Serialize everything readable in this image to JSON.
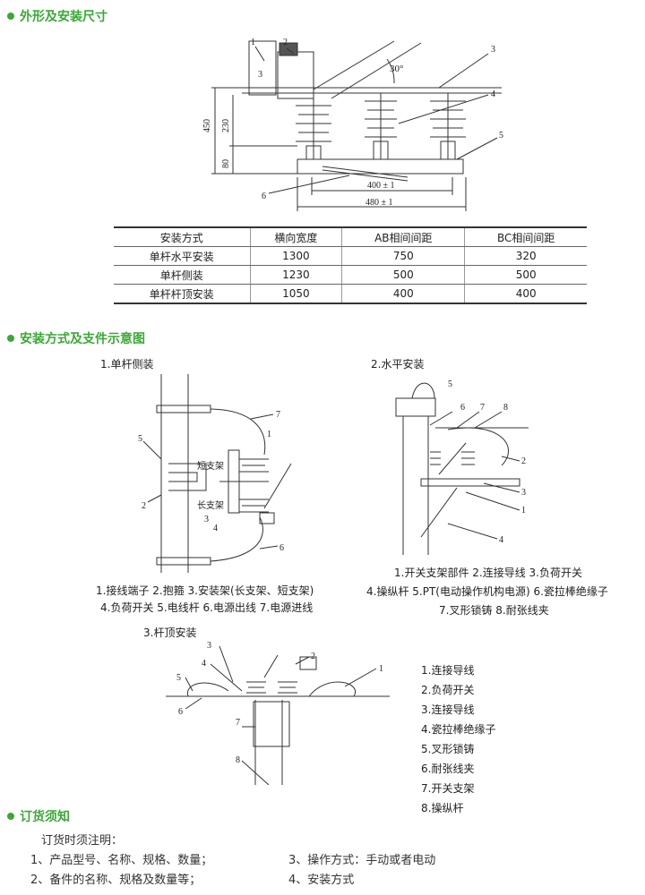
{
  "sections": {
    "s1": "外形及安装尺寸",
    "s2": "安装方式及支件示意图",
    "s3": "订货须知"
  },
  "dim_figure": {
    "callouts": [
      "1",
      "2",
      "3",
      "3",
      "4",
      "5",
      "6"
    ],
    "angle": "30°",
    "dims": {
      "h450": "450",
      "h230": "230",
      "h80": "80",
      "w400": "400 ± 1",
      "w480": "480 ± 1"
    }
  },
  "table": {
    "headers": [
      "安装方式",
      "横向宽度",
      "AB相间间距",
      "BC相间间距"
    ],
    "rows": [
      [
        "单杆水平安装",
        "1300",
        "750",
        "320"
      ],
      [
        "单杆侧装",
        "1230",
        "500",
        "500"
      ],
      [
        "单杆杆顶安装",
        "1050",
        "400",
        "400"
      ]
    ]
  },
  "install": {
    "side": {
      "title": "1.单杆侧装",
      "labels": {
        "short": "短支架",
        "long": "长支架"
      },
      "nums": [
        "1",
        "2",
        "3",
        "4",
        "5",
        "6",
        "7"
      ],
      "caption1": "1.接线端子 2.抱箍 3.安装架(长支架、短支架)",
      "caption2": "4.负荷开关 5.电线杆 6.电源出线 7.电源进线"
    },
    "horizontal": {
      "title": "2.水平安装",
      "nums": [
        "1",
        "2",
        "3",
        "4",
        "5",
        "6",
        "7",
        "8"
      ],
      "caption1": "1.开关支架部件 2.连接导线 3.负荷开关",
      "caption2": "4.操纵杆 5.PT(电动操作机构电源) 6.瓷拉棒绝缘子",
      "caption3": "7.叉形锁铸 8.耐张线夹"
    },
    "top": {
      "title": "3.杆顶安装",
      "nums": [
        "1",
        "2",
        "3",
        "4",
        "5",
        "6",
        "7",
        "8"
      ],
      "legend": [
        "1.连接导线",
        "2.负荷开关",
        "3.连接导线",
        "4.瓷拉棒绝缘子",
        "5.叉形锁铸",
        "6.耐张线夹",
        "7.开关支架",
        "8.操纵杆"
      ]
    }
  },
  "order": {
    "intro": "订货时须注明：",
    "items": [
      "1、产品型号、名称、规格、数量；",
      "2、备件的名称、规格及数量等；",
      "3、操作方式：手动或者电动",
      "4、安装方式"
    ]
  }
}
